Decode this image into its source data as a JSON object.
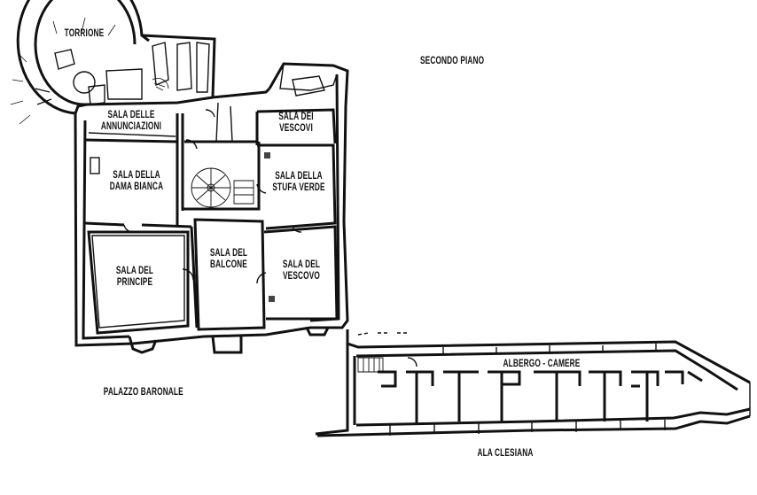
{
  "floor_title": "SECONDO PIANO",
  "building_labels": {
    "palazzo": "PALAZZO BARONALE",
    "ala": "ALA CLESIANA",
    "albergo": "ALBERGO - CAMERE"
  },
  "rooms": {
    "torrione": "TORRIONE",
    "annunciazioni": [
      "SALA DELLE",
      "ANNUNCIAZIONI"
    ],
    "vescovi": [
      "SALA DEI",
      "VESCOVI"
    ],
    "dama_bianca": [
      "SALA DELLA",
      "DAMA BIANCA"
    ],
    "stufa_verde": [
      "SALA DELLA",
      "STUFA VERDE"
    ],
    "principe": [
      "SALA DEL",
      "PRINCIPE"
    ],
    "balcone": [
      "SALA DEL",
      "BALCONE"
    ],
    "vescovo": [
      "SALA DEL",
      "VESCOVO"
    ]
  }
}
